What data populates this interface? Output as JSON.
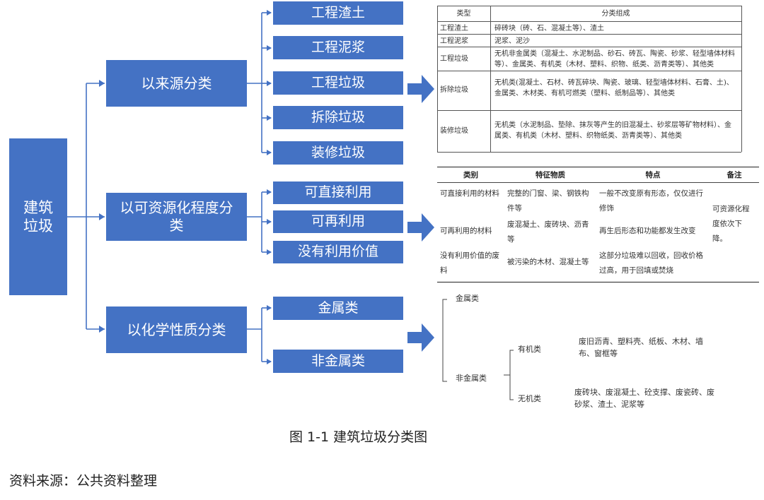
{
  "root": "建筑垃圾",
  "level1": [
    "以来源分类",
    "以可资源化程度分类",
    "以化学性质分类"
  ],
  "level2": {
    "source": [
      "工程渣土",
      "工程泥浆",
      "工程垃圾",
      "拆除垃圾",
      "装修垃圾"
    ],
    "resource": [
      "可直接利用",
      "可再利用",
      "没有利用价值"
    ],
    "chemical": [
      "金属类",
      "非金属类"
    ]
  },
  "table1": {
    "headers": [
      "类型",
      "分类组成"
    ],
    "rows": [
      [
        "工程渣土",
        "碎砖块（砖、石、混凝土等）、渣土"
      ],
      [
        "工程泥浆",
        "泥浆、泥沙"
      ],
      [
        "工程垃圾",
        "无机非金属类（混凝土、水泥制品、砂石、砖瓦、陶瓷、砂浆、轻型墙体材料等）、金属类、有机类（木材、塑料、织物、纸类、沥青类等）、其他类"
      ],
      [
        "拆除垃圾",
        "无机类(混凝土、石材、砖瓦碎块、陶瓷、玻璃、轻型墙体材料、石膏、土)、金属类、木材类、有机可燃类（塑料、纸制品等）、其他类"
      ],
      [
        "装修垃圾",
        "无机类（水泥制品、垫除、抹灰等产生的旧混凝土、砂浆层等矿物材料）、金属类、有机类（木材、塑料、织物纸类、沥青类等）、其他类"
      ]
    ]
  },
  "table2": {
    "headers": [
      "类别",
      "特征物质",
      "特点",
      "备注"
    ],
    "rows": [
      [
        "可直接利用的材料",
        "完整的门窗、梁、钢铁构件等",
        "一般不改变原有形态，仅仅进行修饰"
      ],
      [
        "可再利用的材料",
        "废混凝土、废砖块、沥青等",
        "再生后形态和功能都发生改变"
      ],
      [
        "没有利用价值的废料",
        "被污染的木材、混凝土等",
        "这部分垃圾难以回收，回收价格过高，用于回填或焚烧"
      ]
    ],
    "note": "可资源化程度依次下降。"
  },
  "tree3": {
    "metal": "金属类",
    "nonmetal": "非金属类",
    "organic": "有机类",
    "organic_items": "废旧沥青、塑料壳、纸板、木材、墙布、窗框等",
    "inorganic": "无机类",
    "inorganic_items": "废砖块、废混凝土、砼支撑、废瓷砖、废砂浆、渣土、泥浆等"
  },
  "caption": "图 1-1  建筑垃圾分类图",
  "source": "资料来源：公共资料整理",
  "colors": {
    "box": "#4472c4",
    "connector": "#4472c4"
  }
}
